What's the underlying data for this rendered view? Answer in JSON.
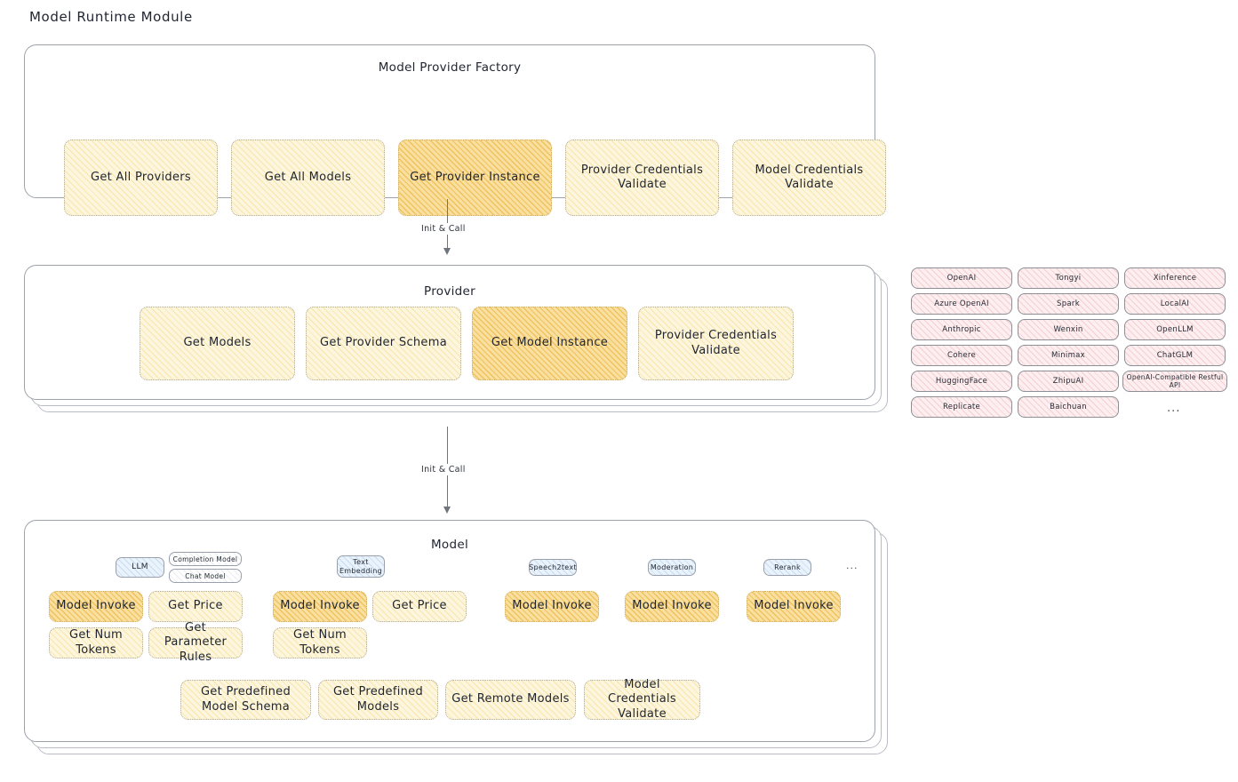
{
  "page": {
    "title": "Model Runtime Module"
  },
  "factory": {
    "title": "Model Provider Factory",
    "nodes": [
      {
        "label": "Get All Providers",
        "highlight": false
      },
      {
        "label": "Get All Models",
        "highlight": false
      },
      {
        "label": "Get Provider Instance",
        "highlight": true
      },
      {
        "label": "Provider Credentials Validate",
        "highlight": false
      },
      {
        "label": "Model Credentials Validate",
        "highlight": false
      }
    ]
  },
  "arrows": [
    {
      "label": "Init & Call"
    },
    {
      "label": "Init & Call"
    }
  ],
  "provider": {
    "title": "Provider",
    "nodes": [
      {
        "label": "Get Models",
        "highlight": false
      },
      {
        "label": "Get Provider Schema",
        "highlight": false
      },
      {
        "label": "Get Model Instance",
        "highlight": true
      },
      {
        "label": "Provider Credentials Validate",
        "highlight": false
      }
    ]
  },
  "provider_list": {
    "ellipsis": "...",
    "columns": [
      {
        "items": [
          "OpenAI",
          "Azure OpenAI",
          "Anthropic",
          "Cohere",
          "HuggingFace",
          "Replicate"
        ]
      },
      {
        "items": [
          "Tongyi",
          "Spark",
          "Wenxin",
          "Minimax",
          "ZhipuAI",
          "Baichuan"
        ]
      },
      {
        "items": [
          "Xinference",
          "LocalAI",
          "OpenLLM",
          "ChatGLM",
          "OpenAI-Compatible Restful API"
        ]
      }
    ]
  },
  "model": {
    "title": "Model",
    "ellipsis": "...",
    "types": [
      {
        "name": "LLM",
        "sub_badges": [
          "Completion Model",
          "Chat Model"
        ],
        "nodes": [
          {
            "label": "Model Invoke",
            "highlight": true
          },
          {
            "label": "Get Price",
            "highlight": false
          },
          {
            "label": "Get Num Tokens",
            "highlight": false
          },
          {
            "label": "Get Parameter Rules",
            "highlight": false
          }
        ]
      },
      {
        "name": "Text Embedding",
        "sub_badges": [],
        "nodes": [
          {
            "label": "Model Invoke",
            "highlight": true
          },
          {
            "label": "Get Price",
            "highlight": false
          },
          {
            "label": "Get Num Tokens",
            "highlight": false
          }
        ]
      },
      {
        "name": "Speech2text",
        "sub_badges": [],
        "nodes": [
          {
            "label": "Model Invoke",
            "highlight": true
          }
        ]
      },
      {
        "name": "Moderation",
        "sub_badges": [],
        "nodes": [
          {
            "label": "Model Invoke",
            "highlight": true
          }
        ]
      },
      {
        "name": "Rerank",
        "sub_badges": [],
        "nodes": [
          {
            "label": "Model Invoke",
            "highlight": true
          }
        ]
      }
    ],
    "common_nodes": [
      {
        "label": "Get Predefined Model Schema"
      },
      {
        "label": "Get Predefined Models"
      },
      {
        "label": "Get Remote Models"
      },
      {
        "label": "Model Credentials Validate"
      }
    ]
  },
  "colors": {
    "node_fill": "#fdf6de",
    "node_highlight_fill": "#f9dfa0",
    "provider_chip_fill": "#fdeef0",
    "badge_fill": "#eaf3fb",
    "stroke": "#b9bcc4"
  }
}
